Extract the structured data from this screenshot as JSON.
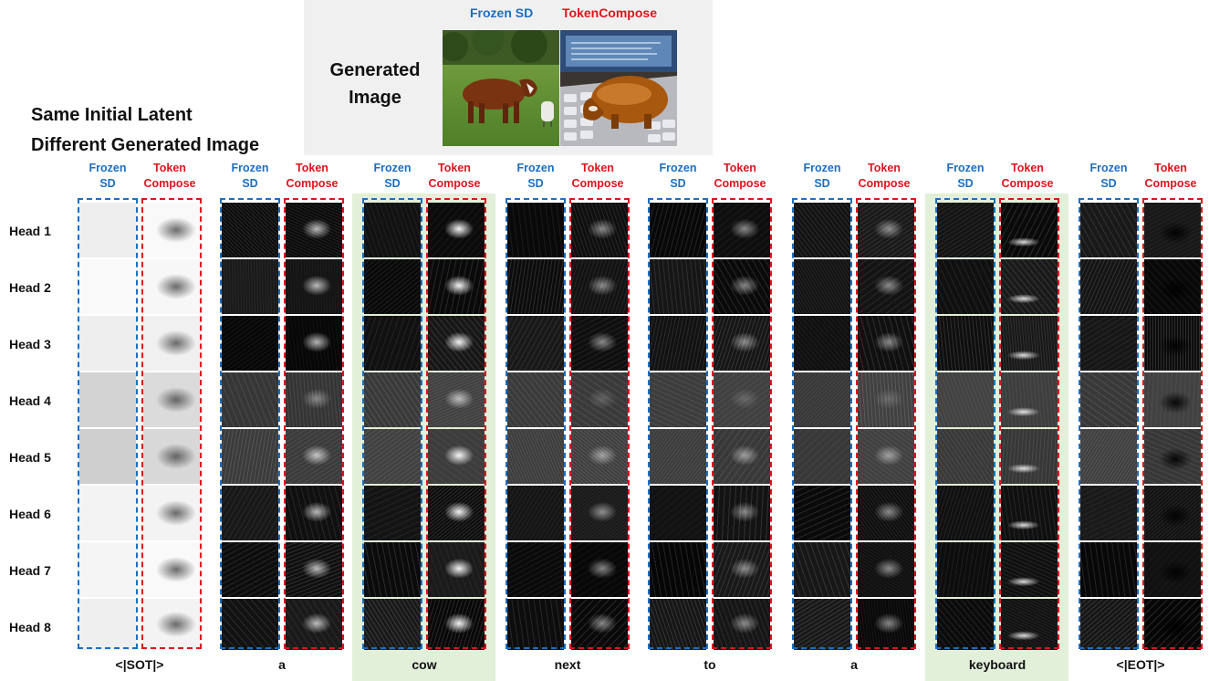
{
  "generated": {
    "label_line1": "Generated",
    "label_line2": "Image",
    "frozen_label": "Frozen SD",
    "token_label": "TokenCompose"
  },
  "title": {
    "line1": "Same Initial Latent",
    "line2": "Different Generated Image"
  },
  "column_headers": {
    "frozen_line1": "Frozen",
    "frozen_line2": "SD",
    "token_line1": "Token",
    "token_line2": "Compose"
  },
  "heads": [
    "Head 1",
    "Head 2",
    "Head 3",
    "Head 4",
    "Head 5",
    "Head 6",
    "Head 7",
    "Head 8"
  ],
  "tokens": [
    "<|SOT|>",
    "a",
    "cow",
    "next",
    "to",
    "a",
    "keyboard",
    "<|EOT|>"
  ],
  "highlighted_tokens": [
    "cow",
    "keyboard"
  ],
  "colors": {
    "frozen": "#1a6fc4",
    "token_compose": "#e0131c",
    "highlight_bg": "#e2efd9",
    "panel_bg": "#f0f0f0"
  }
}
